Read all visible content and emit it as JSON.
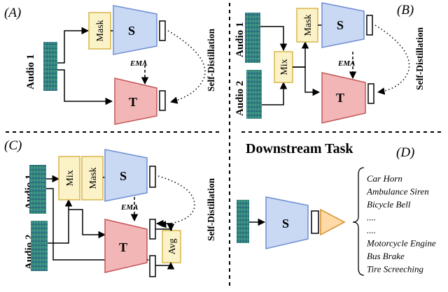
{
  "colors": {
    "student_fill": "#c9d9f4",
    "student_stroke": "#6d8ed1",
    "teacher_fill": "#f2b6b6",
    "teacher_stroke": "#c45757",
    "op_fill": "#fbf2c7",
    "op_stroke": "#d8b64a",
    "head_fill": "#ffd9a6",
    "head_stroke": "#d38f2c",
    "spectrogram": "#2b7f7c"
  },
  "panels": {
    "a": {
      "label": "(A)",
      "audio1": "Audio 1",
      "mask": "Mask",
      "student": "S",
      "teacher": "T",
      "ema": "EMA",
      "self_distillation": "Self-Distillation"
    },
    "b": {
      "label": "(B)",
      "audio1": "Audio 1",
      "audio2": "Audio 2",
      "mix": "Mix",
      "mask": "Mask",
      "student": "S",
      "teacher": "T",
      "ema": "EMA",
      "self_distillation": "Self-Distillation"
    },
    "c": {
      "label": "(C)",
      "audio1": "Audio 1",
      "audio2": "Audio 2",
      "mix": "Mix",
      "mask": "Mask",
      "student": "S",
      "teacher": "T",
      "ema": "EMA",
      "avg": "Avg",
      "self_distillation": "Self-Distillation"
    },
    "d": {
      "label": "(D)",
      "title": "Downstream Task",
      "student": "S",
      "classes": [
        "Car Horn",
        "Ambulance Siren",
        "Bicycle Bell",
        "....",
        "....",
        "Motorcycle Engine",
        "Bus Brake",
        "Tire Screeching"
      ]
    }
  },
  "icons": [
    "spectrogram-icon",
    "arrow-icon",
    "dotted-arrow-icon",
    "dashed-arrow-icon",
    "curly-brace-icon"
  ]
}
